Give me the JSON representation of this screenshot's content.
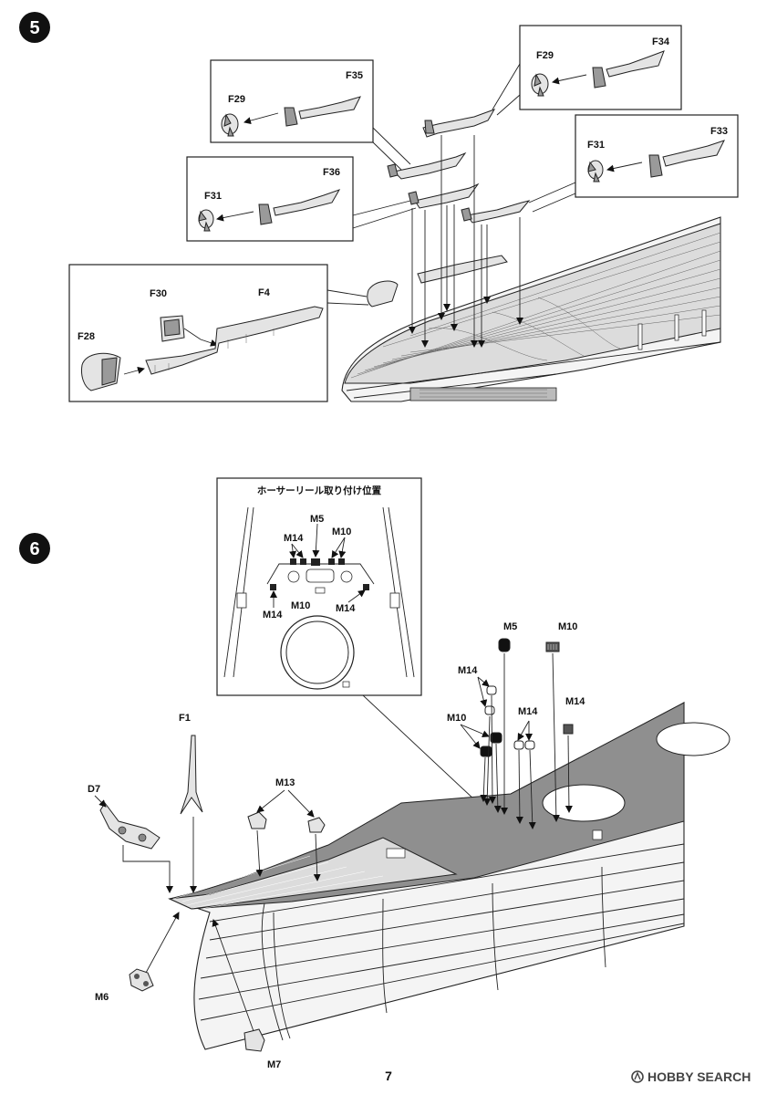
{
  "page": {
    "number": "7"
  },
  "watermark": {
    "text": "HOBBY SEARCH"
  },
  "step5": {
    "number": "5",
    "insets": {
      "f35": {
        "part": "F35",
        "attach": "F29"
      },
      "f36": {
        "part": "F36",
        "attach": "F31"
      },
      "f34": {
        "part": "F34",
        "attach": "F29"
      },
      "f33": {
        "part": "F33",
        "attach": "F31"
      },
      "f4": {
        "f30": "F30",
        "f4": "F4",
        "f28": "F28"
      }
    }
  },
  "step6": {
    "number": "6",
    "inset": {
      "title": "ホーサーリール取り付け位置",
      "m5": "M5",
      "m14a": "M14",
      "m10a": "M10",
      "m10b": "M10",
      "m14b": "M14",
      "m14c": "M14"
    },
    "callouts": {
      "m5": "M5",
      "m10_top": "M10",
      "m14_a": "M14",
      "m10_b": "M10",
      "m14_b": "M14",
      "m14_c": "M14",
      "f1": "F1",
      "d7": "D7",
      "m13": "M13",
      "m6": "M6",
      "m7": "M7"
    }
  }
}
